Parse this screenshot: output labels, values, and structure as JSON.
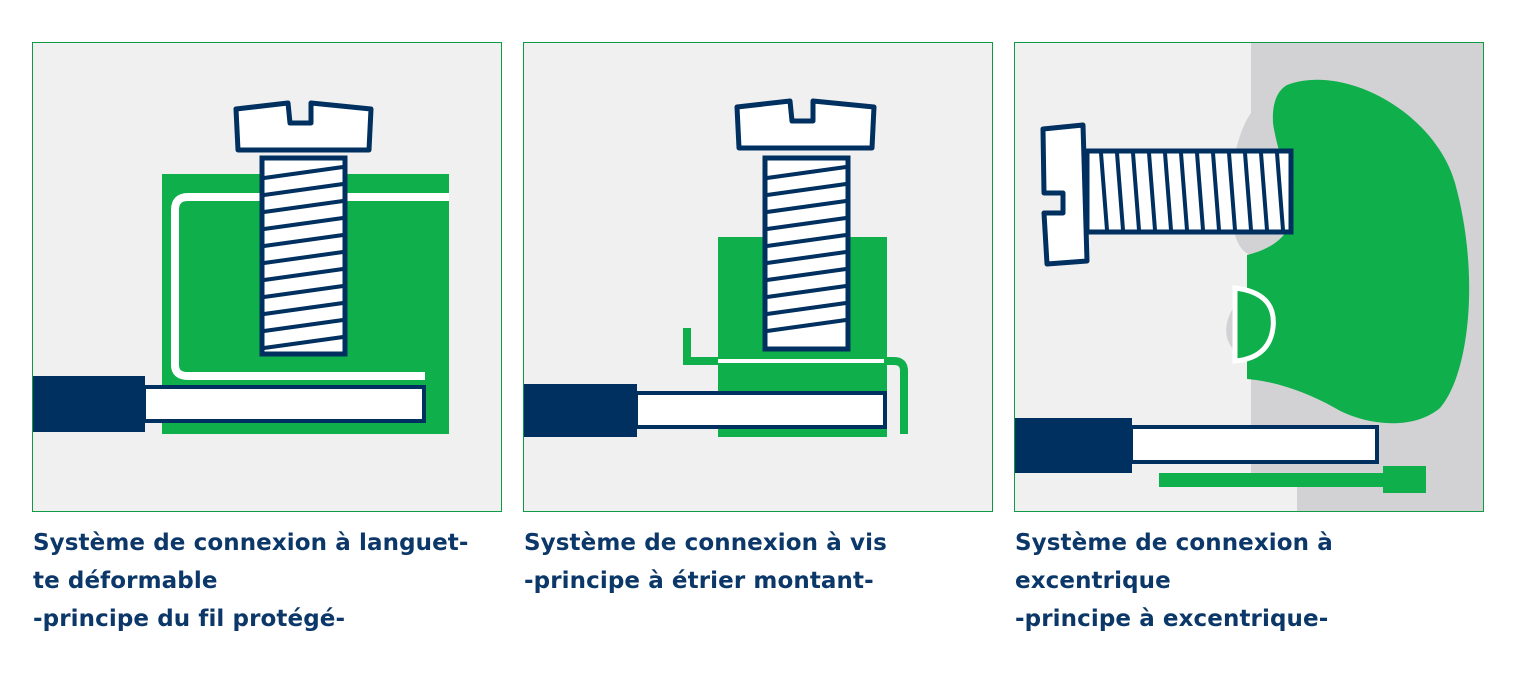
{
  "colors": {
    "green": "#0faf4b",
    "navy": "#00305f",
    "panel_bg": "#f0f0f0",
    "grey": "#d2d2d4",
    "white": "#ffffff",
    "caption": "#0c3769"
  },
  "panels": [
    {
      "illustration": "deformable-tongue-connection",
      "caption_lines": [
        "Système de connexion à languet-",
        "te déformable",
        "-principe du fil protégé-"
      ]
    },
    {
      "illustration": "screw-rising-clamp-connection",
      "caption_lines": [
        "Système de connexion à vis",
        "-principe à étrier montant-"
      ]
    },
    {
      "illustration": "eccentric-connection",
      "caption_lines": [
        "Système de connexion à",
        "excentrique",
        "-principe à excentrique-"
      ]
    }
  ]
}
